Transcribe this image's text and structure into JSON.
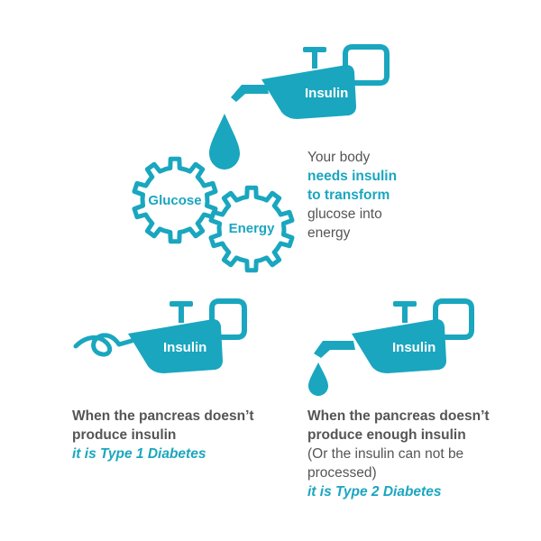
{
  "colors": {
    "accent": "#1aa6bf",
    "text": "#555555",
    "background": "#ffffff"
  },
  "icons": {
    "top_can": "oil-can-icon",
    "drop": "drop-icon",
    "gear_glucose": "gear-icon",
    "gear_energy": "gear-icon",
    "knotted_can": "knotted-oil-can-icon",
    "small_drop": "drop-icon"
  },
  "top": {
    "can_label": "Insulin",
    "gear_left_label": "Glucose",
    "gear_right_label": "Energy",
    "text_line1": "Your body",
    "text_line2": "needs insulin",
    "text_line3": "to transform",
    "text_line4": "glucose into",
    "text_line5": "energy"
  },
  "type1": {
    "can_label": "Insulin",
    "line1": "When the pancreas doesn’t",
    "line2": "produce insulin",
    "conclusion": "it is Type 1 Diabetes"
  },
  "type2": {
    "can_label": "Insulin",
    "line1": "When the pancreas doesn’t",
    "line2": "produce enough insulin",
    "line3": "(Or the insulin can not be",
    "line4": "processed)",
    "conclusion": "it is Type 2 Diabetes"
  }
}
